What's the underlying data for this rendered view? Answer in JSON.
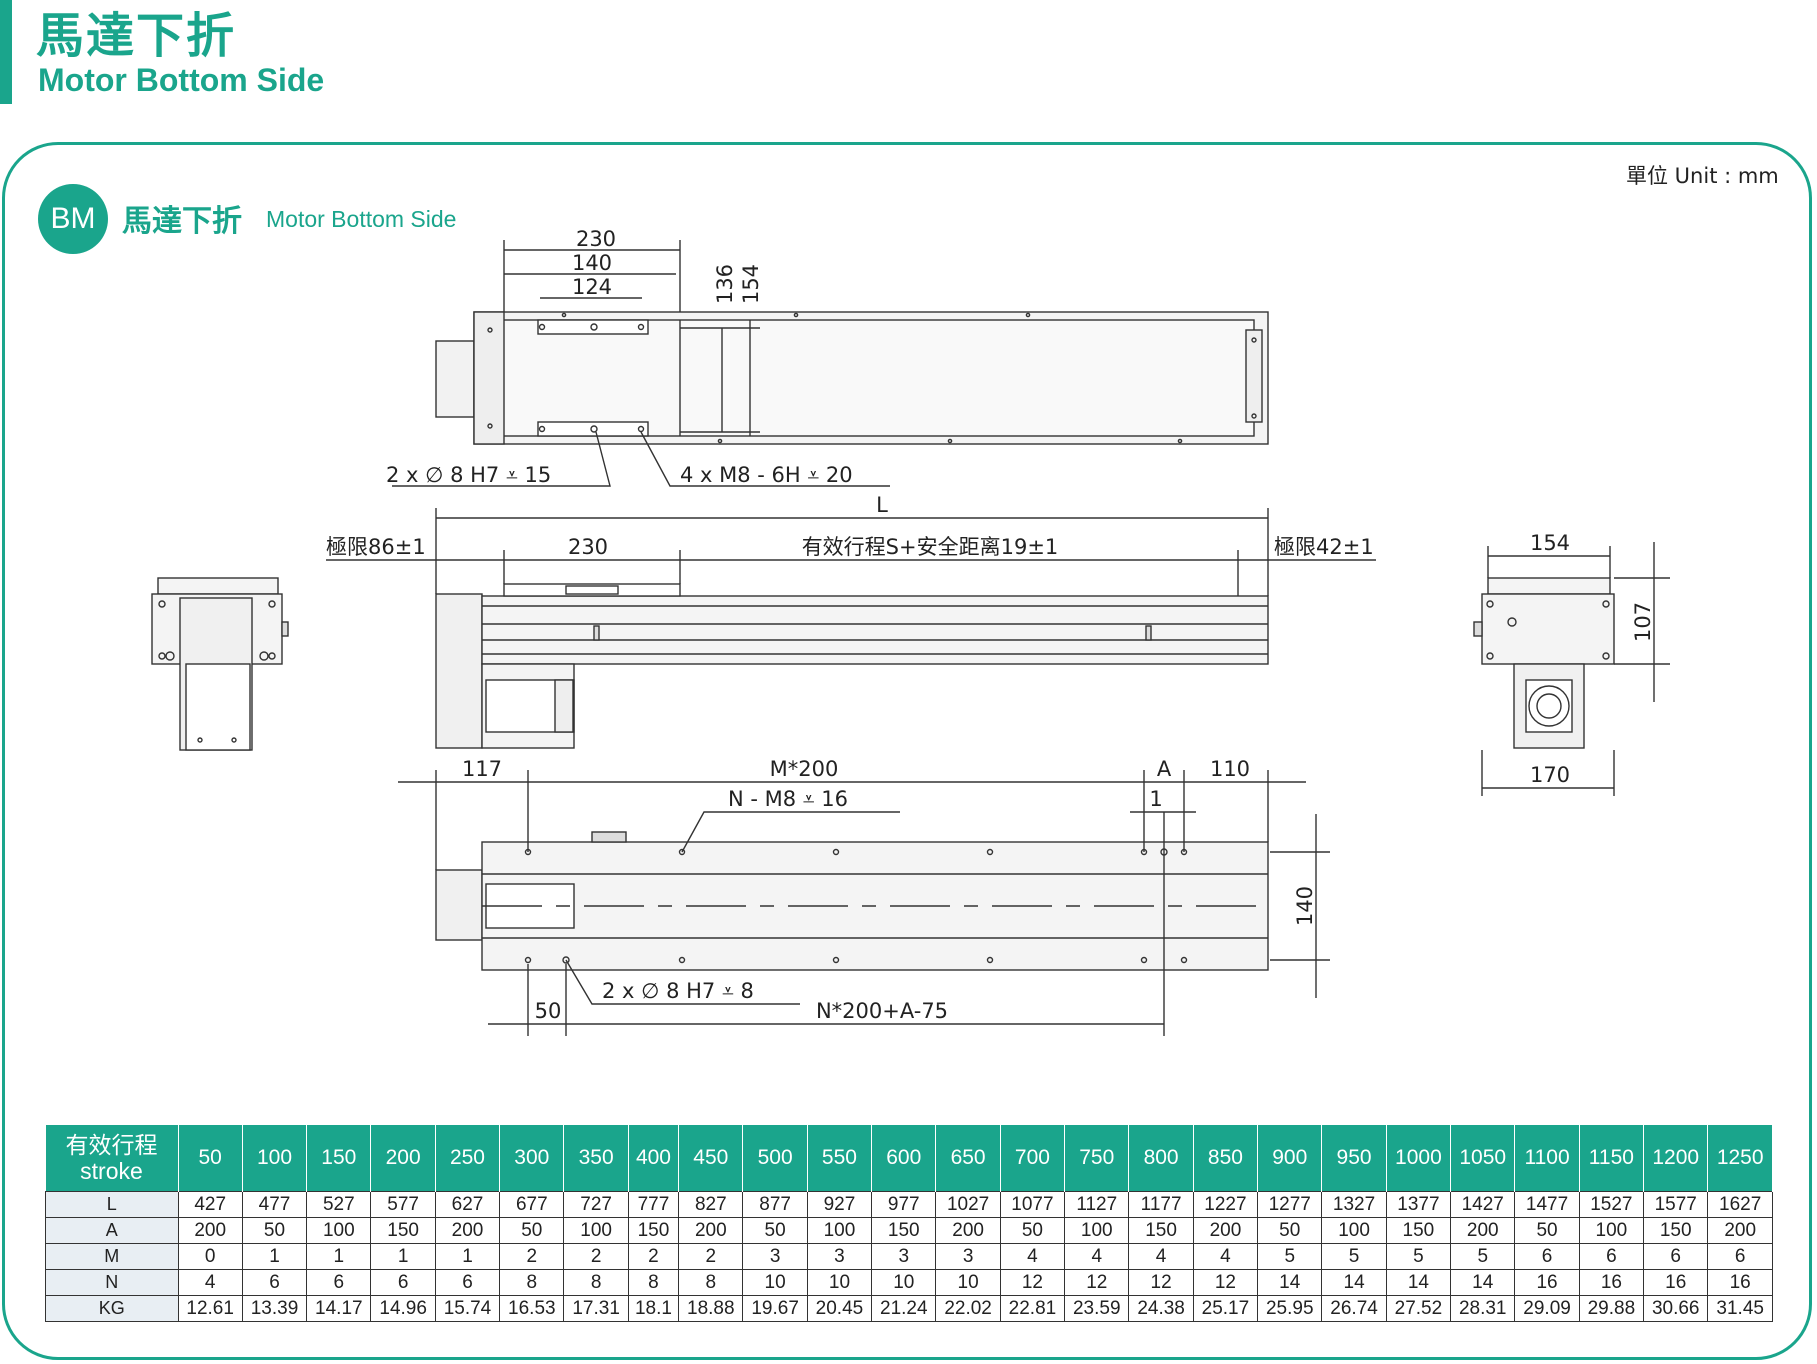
{
  "header": {
    "title_zh": "馬達下折",
    "title_en": "Motor Bottom Side"
  },
  "section": {
    "badge": "BM",
    "title_zh": "馬達下折",
    "title_en": "Motor Bottom Side",
    "unit": "單位 Unit : mm"
  },
  "drawing": {
    "top_view": {
      "dims": [
        "230",
        "140",
        "124",
        "136",
        "154"
      ],
      "hole_note": "2 x ∅ 8 H7 ⩡ 15",
      "thread_note": "4 x M8 - 6H ⩡ 20"
    },
    "side_view": {
      "length": "L",
      "limit_left": "極限86±1",
      "carriage": "230",
      "effective": "有效行程S+安全距离19±1",
      "limit_right": "極限42±1"
    },
    "end_view": {
      "width": "154",
      "height": "107",
      "bottom_width": "170"
    },
    "bottom_view": {
      "left": "117",
      "pitch": "M*200",
      "a": "A",
      "right": "110",
      "one": "1",
      "holes": "N - M8 ⩡ 16",
      "height": "140",
      "pin_note": "2 x ∅ 8 H7 ⩡ 8",
      "offset": "50",
      "span": "N*200+A-75"
    }
  },
  "table": {
    "header_zh": "有效行程",
    "header_en": "stroke",
    "strokes": [
      "50",
      "100",
      "150",
      "200",
      "250",
      "300",
      "350",
      "400",
      "450",
      "500",
      "550",
      "600",
      "650",
      "700",
      "750",
      "800",
      "850",
      "900",
      "950",
      "1000",
      "1050",
      "1100",
      "1150",
      "1200",
      "1250"
    ],
    "rows": [
      {
        "label": "L",
        "values": [
          "427",
          "477",
          "527",
          "577",
          "627",
          "677",
          "727",
          "777",
          "827",
          "877",
          "927",
          "977",
          "1027",
          "1077",
          "1127",
          "1177",
          "1227",
          "1277",
          "1327",
          "1377",
          "1427",
          "1477",
          "1527",
          "1577",
          "1627"
        ]
      },
      {
        "label": "A",
        "values": [
          "200",
          "50",
          "100",
          "150",
          "200",
          "50",
          "100",
          "150",
          "200",
          "50",
          "100",
          "150",
          "200",
          "50",
          "100",
          "150",
          "200",
          "50",
          "100",
          "150",
          "200",
          "50",
          "100",
          "150",
          "200"
        ]
      },
      {
        "label": "M",
        "values": [
          "0",
          "1",
          "1",
          "1",
          "1",
          "2",
          "2",
          "2",
          "2",
          "3",
          "3",
          "3",
          "3",
          "4",
          "4",
          "4",
          "4",
          "5",
          "5",
          "5",
          "5",
          "6",
          "6",
          "6",
          "6"
        ]
      },
      {
        "label": "N",
        "values": [
          "4",
          "6",
          "6",
          "6",
          "6",
          "8",
          "8",
          "8",
          "8",
          "10",
          "10",
          "10",
          "10",
          "12",
          "12",
          "12",
          "12",
          "14",
          "14",
          "14",
          "14",
          "16",
          "16",
          "16",
          "16"
        ]
      },
      {
        "label": "KG",
        "values": [
          "12.61",
          "13.39",
          "14.17",
          "14.96",
          "15.74",
          "16.53",
          "17.31",
          "18.1",
          "18.88",
          "19.67",
          "20.45",
          "21.24",
          "22.02",
          "22.81",
          "23.59",
          "24.38",
          "25.17",
          "25.95",
          "26.74",
          "27.52",
          "28.31",
          "29.09",
          "29.88",
          "30.66",
          "31.45"
        ]
      }
    ]
  }
}
